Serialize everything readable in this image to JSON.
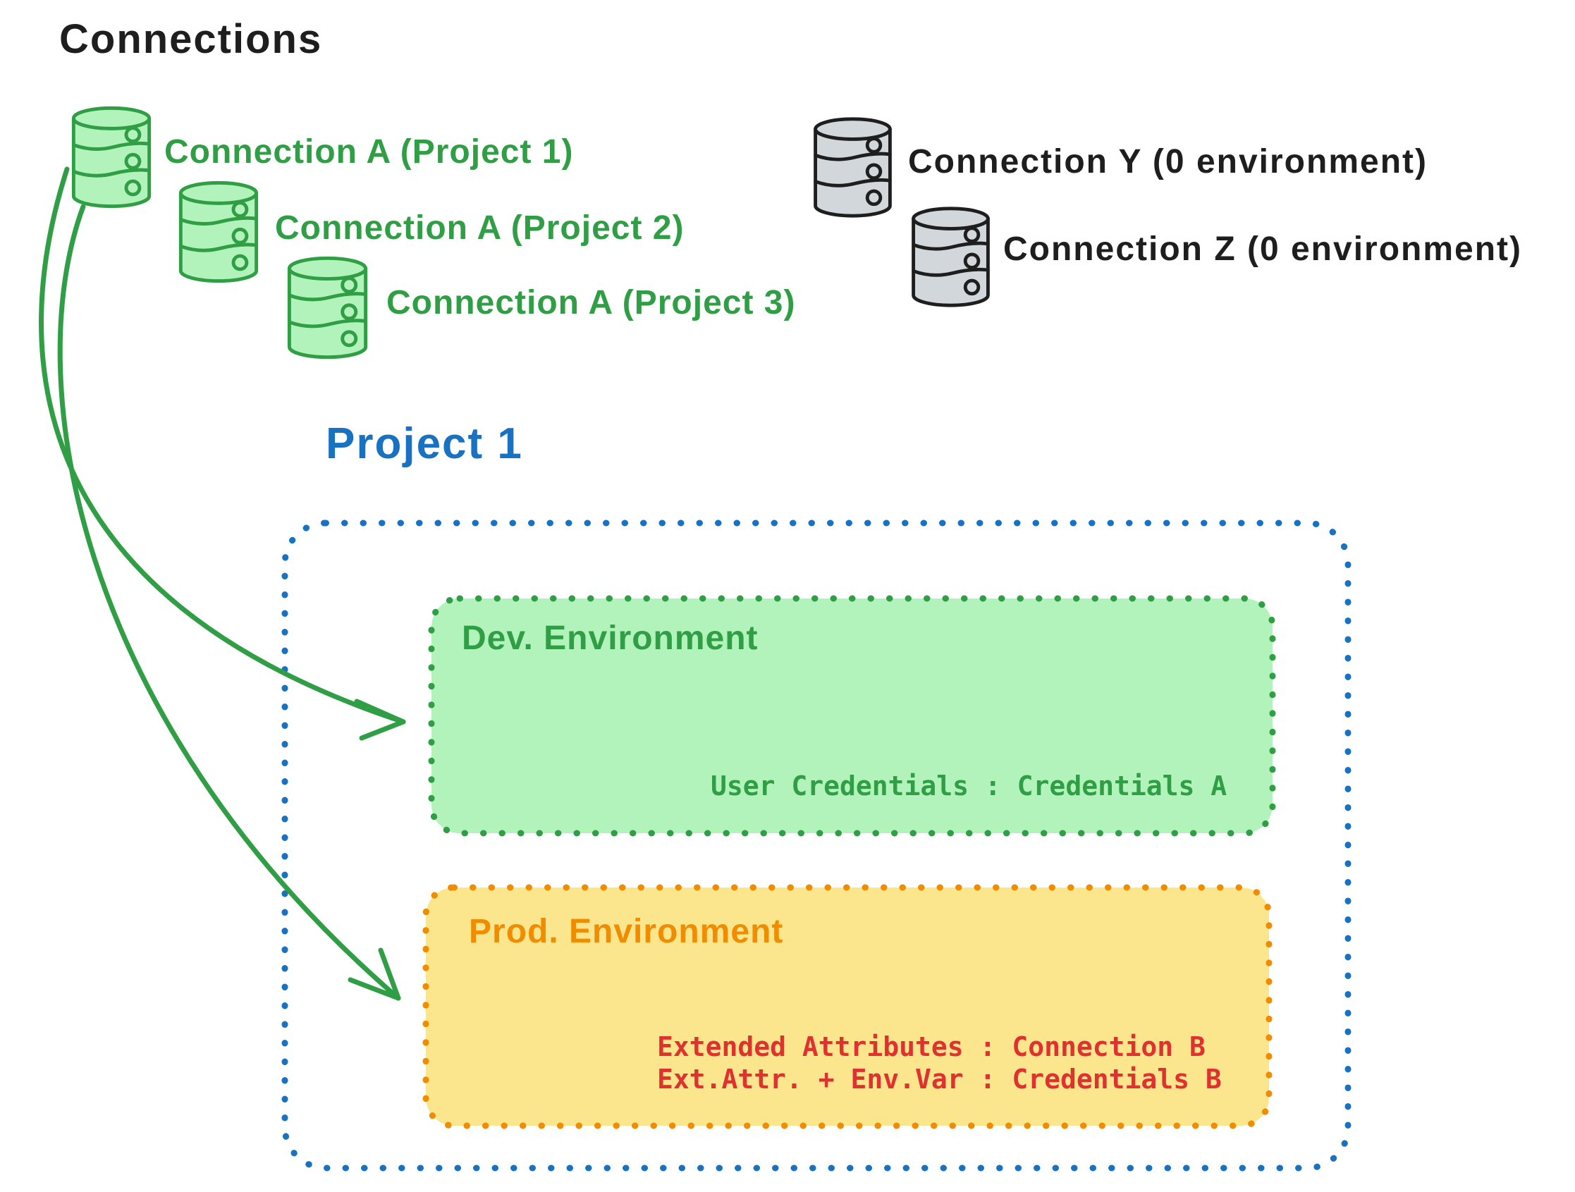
{
  "title": "Connections",
  "connections_green": [
    {
      "label": "Connection A (Project 1)"
    },
    {
      "label": "Connection A (Project 2)"
    },
    {
      "label": "Connection A (Project 3)"
    }
  ],
  "connections_gray": [
    {
      "label": "Connection Y (0 environment)"
    },
    {
      "label": "Connection Z (0 environment)"
    }
  ],
  "project": {
    "title": "Project 1"
  },
  "dev_env": {
    "title": "Dev. Environment",
    "credentials": "User Credentials : Credentials A"
  },
  "prod_env": {
    "title": "Prod. Environment",
    "line1": "Extended Attributes : Connection B",
    "line2": "Ext.Attr. + Env.Var : Credentials B"
  },
  "colors": {
    "green_stroke": "#2f9e44",
    "green_fill": "#b2f2bb",
    "blue": "#1971c2",
    "orange": "#f08c00",
    "yellow_fill": "#fbe58d",
    "red": "#e03131",
    "black": "#1e1e1e",
    "gray_fill": "#d2d7dc"
  }
}
